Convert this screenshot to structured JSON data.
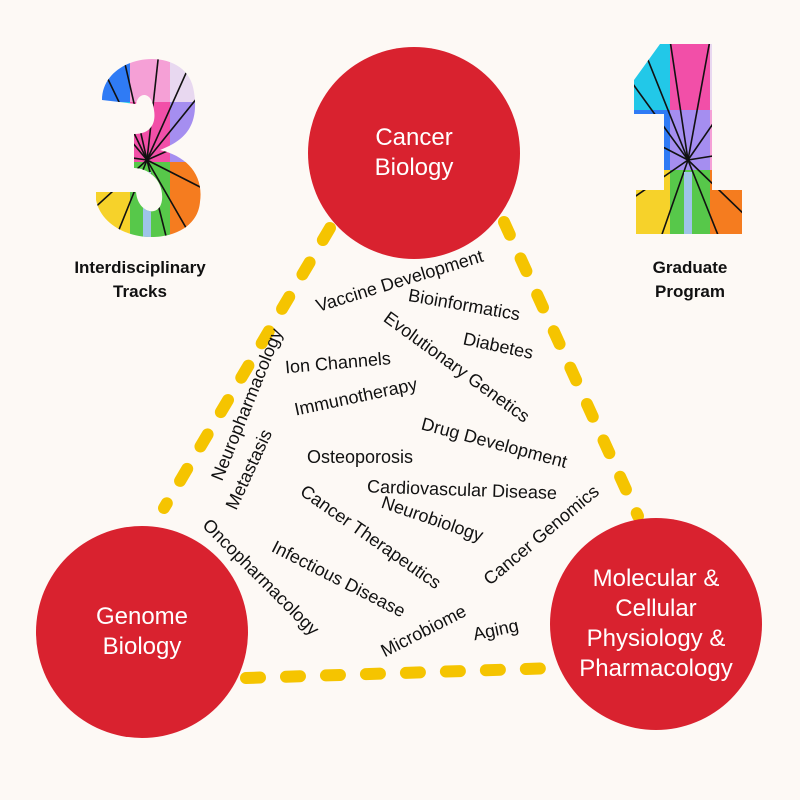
{
  "counts": [
    {
      "numeral": "3",
      "caption": "Interdisciplinary\nTracks"
    },
    {
      "numeral": "1",
      "caption": "Graduate\nProgram"
    }
  ],
  "tracks": [
    {
      "name": "Cancer\nBiology"
    },
    {
      "name": "Genome\nBiology"
    },
    {
      "name": "Molecular &\nCellular\nPhysiology &\nPharmacology"
    }
  ],
  "topics": [
    "Vaccine Development",
    "Bioinformatics",
    "Diabetes",
    "Evolutionary Genetics",
    "Neuropharmacology",
    "Ion Channels",
    "Immunotherapy",
    "Drug Development",
    "Metastasis",
    "Osteoporosis",
    "Cardiovascular Disease",
    "Neurobiology",
    "Cancer Genomics",
    "Oncopharmacology",
    "Cancer Therapeutics",
    "Infectious Disease",
    "Microbiome",
    "Aging"
  ],
  "colors": {
    "background": "#fdf9f5",
    "circle": "#d9222f",
    "dash": "#f5c400",
    "text": "#111111"
  }
}
